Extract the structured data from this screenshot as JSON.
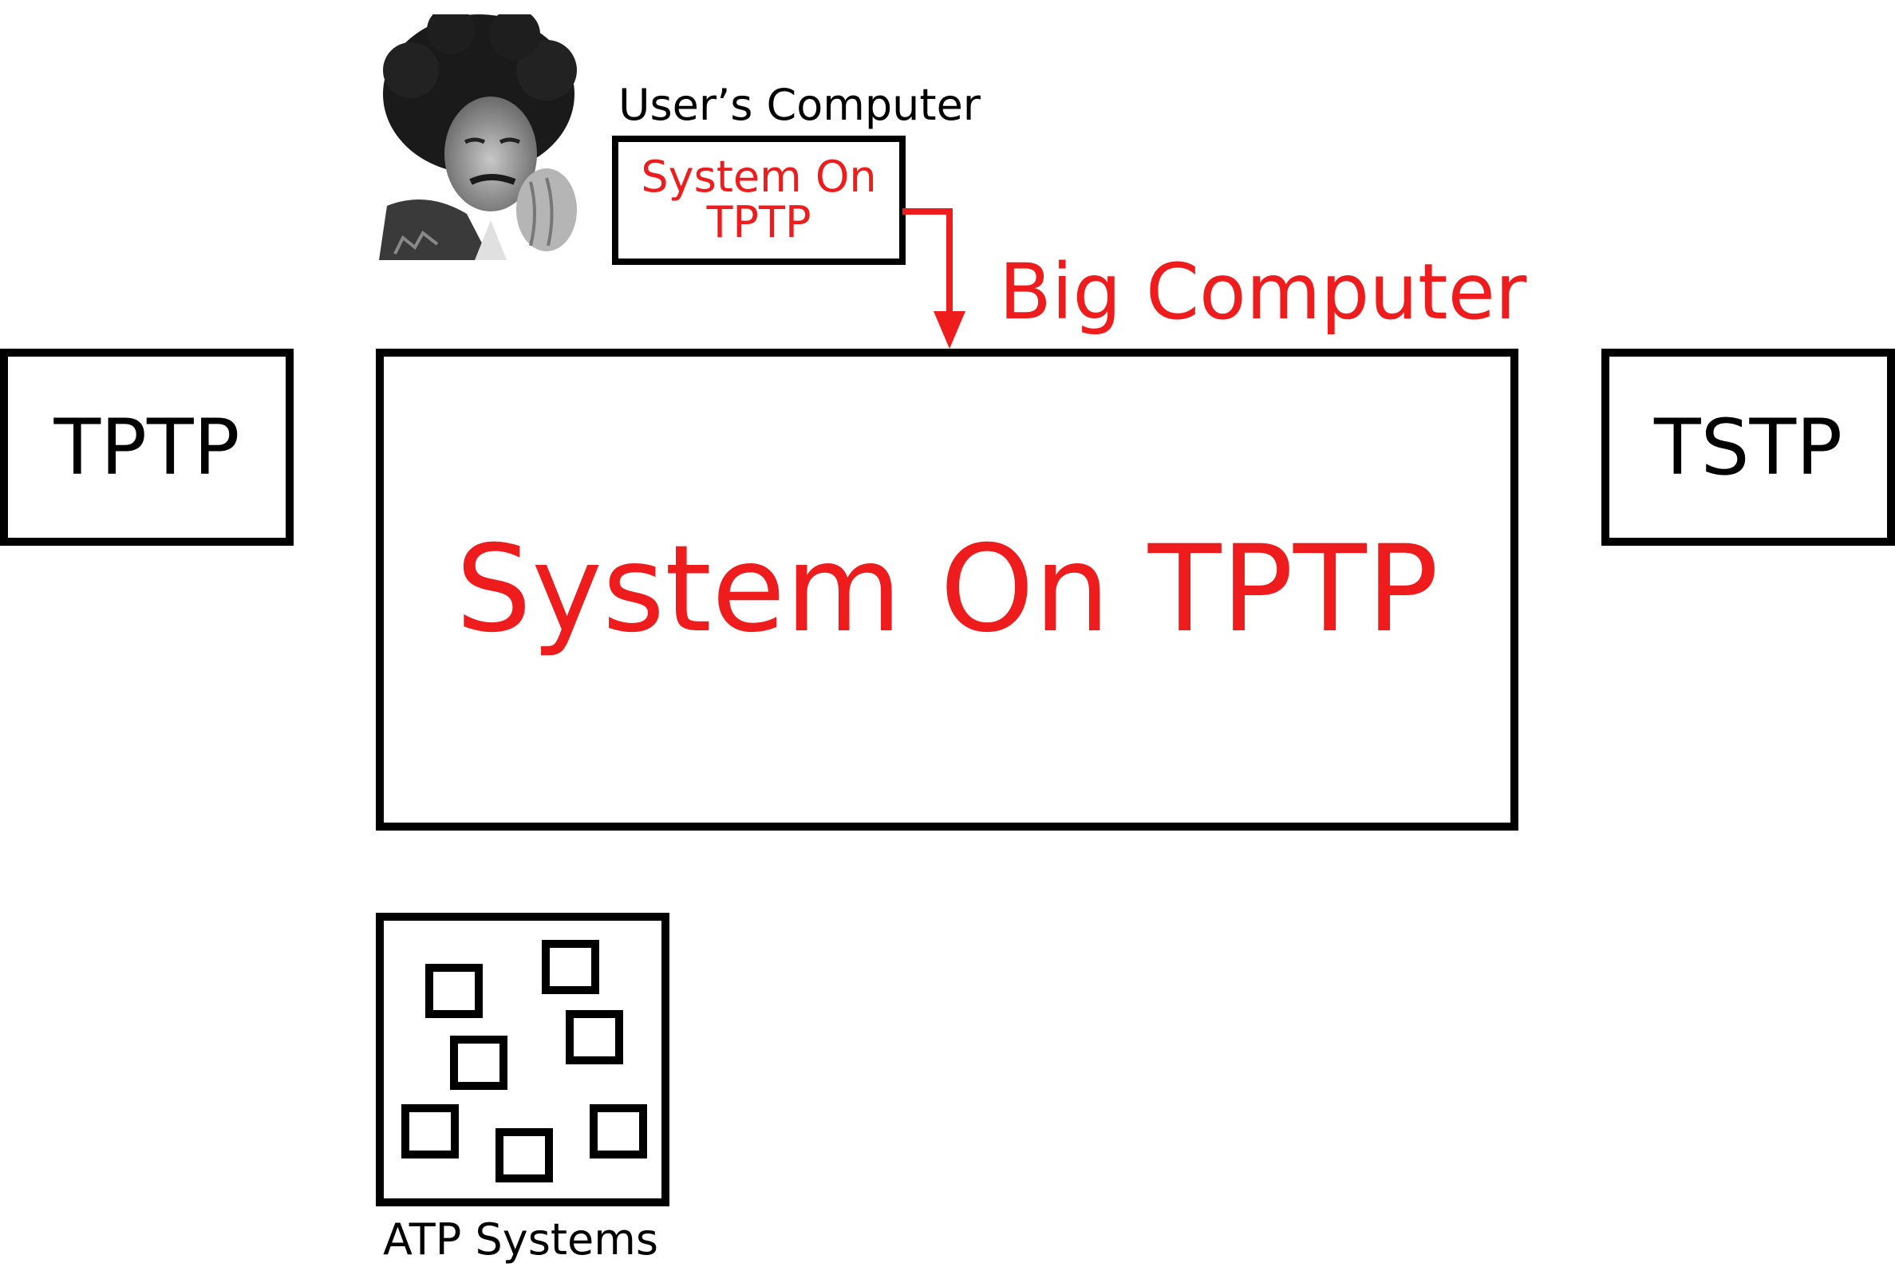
{
  "user_area": {
    "title": "User’s Computer",
    "box_text": "System On TPTP"
  },
  "big_computer": {
    "title": "Big Computer",
    "box_text": "System On TPTP"
  },
  "left_box": {
    "text": "TPTP"
  },
  "right_box": {
    "text": "TSTP"
  },
  "atp": {
    "label": "ATP Systems",
    "system_count": 7
  },
  "colors": {
    "accent": "#ee1c1c",
    "ink": "#000000",
    "background": "#ffffff"
  },
  "icons": {
    "user_photo": "user-portrait-photo",
    "arrow": "arrow-down-icon"
  }
}
